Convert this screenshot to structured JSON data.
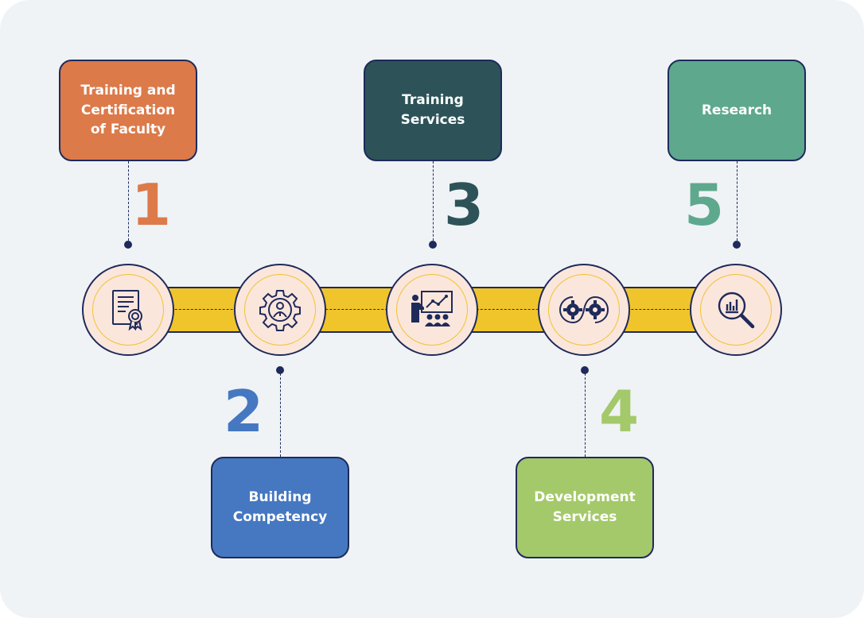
{
  "steps": [
    {
      "number": "1",
      "label": "Training and\nCertification\nof Faculty",
      "color": "#dc7a4a",
      "icon": "certificate-icon"
    },
    {
      "number": "2",
      "label": "Building\nCompetency",
      "color": "#4578c1",
      "icon": "gear-person-icon"
    },
    {
      "number": "3",
      "label": "Training\nServices",
      "color": "#2d5358",
      "icon": "presentation-icon"
    },
    {
      "number": "4",
      "label": "Development\nServices",
      "color": "#a4c96a",
      "icon": "gears-cycle-icon"
    },
    {
      "number": "5",
      "label": "Research",
      "color": "#5ea88e",
      "icon": "magnifier-chart-icon"
    }
  ]
}
